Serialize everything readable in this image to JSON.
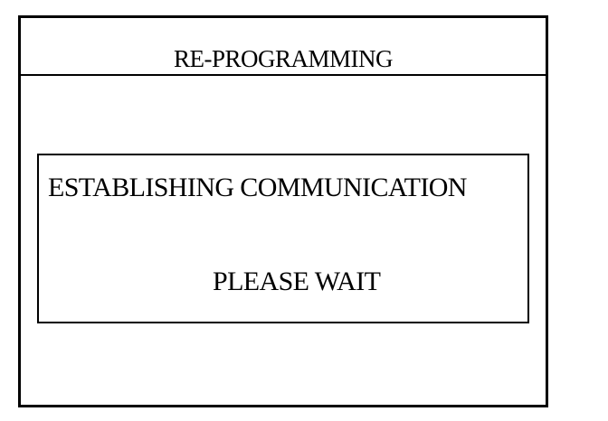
{
  "screen": {
    "title": "RE-PROGRAMMING"
  },
  "message": {
    "status": "ESTABLISHING COMMUNICATION",
    "instruction": "PLEASE WAIT"
  }
}
